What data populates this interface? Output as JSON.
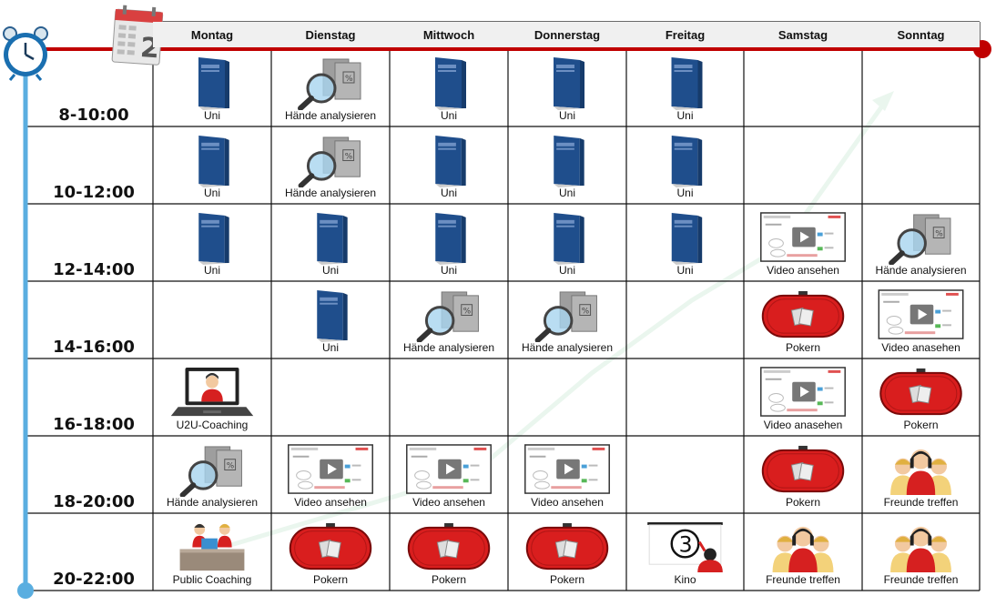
{
  "days": [
    "Montag",
    "Dienstag",
    "Mittwoch",
    "Donnerstag",
    "Freitag",
    "Samstag",
    "Sonntag"
  ],
  "calendar_badge": "2",
  "times": [
    "8-10:00",
    "10-12:00",
    "12-14:00",
    "14-16:00",
    "16-18:00",
    "18-20:00",
    "20-22:00"
  ],
  "schedule": [
    [
      {
        "icon": "book-icon",
        "label": "Uni"
      },
      {
        "icon": "magnifier-icon",
        "label": "Hände analysieren"
      },
      {
        "icon": "book-icon",
        "label": "Uni"
      },
      {
        "icon": "book-icon",
        "label": "Uni"
      },
      {
        "icon": "book-icon",
        "label": "Uni"
      },
      null,
      null
    ],
    [
      {
        "icon": "book-icon",
        "label": "Uni"
      },
      {
        "icon": "magnifier-icon",
        "label": "Hände analysieren"
      },
      {
        "icon": "book-icon",
        "label": "Uni"
      },
      {
        "icon": "book-icon",
        "label": "Uni"
      },
      {
        "icon": "book-icon",
        "label": "Uni"
      },
      null,
      null
    ],
    [
      {
        "icon": "book-icon",
        "label": "Uni"
      },
      {
        "icon": "book-icon",
        "label": "Uni"
      },
      {
        "icon": "book-icon",
        "label": "Uni"
      },
      {
        "icon": "book-icon",
        "label": "Uni"
      },
      {
        "icon": "book-icon",
        "label": "Uni"
      },
      {
        "icon": "video-icon",
        "label": "Video ansehen"
      },
      {
        "icon": "magnifier-icon",
        "label": "Hände analysieren"
      }
    ],
    [
      null,
      {
        "icon": "book-icon",
        "label": "Uni"
      },
      {
        "icon": "magnifier-icon",
        "label": "Hände analysieren"
      },
      {
        "icon": "magnifier-icon",
        "label": "Hände analysieren"
      },
      null,
      {
        "icon": "poker-table-icon",
        "label": "Pokern"
      },
      {
        "icon": "video-icon",
        "label": "Video anasehen"
      }
    ],
    [
      {
        "icon": "laptop-coach-icon",
        "label": "U2U-Coaching"
      },
      null,
      null,
      null,
      null,
      {
        "icon": "video-icon",
        "label": "Video anasehen"
      },
      {
        "icon": "poker-table-icon",
        "label": "Pokern"
      }
    ],
    [
      {
        "icon": "magnifier-icon",
        "label": "Hände analysieren"
      },
      {
        "icon": "video-icon",
        "label": "Video ansehen"
      },
      {
        "icon": "video-icon",
        "label": "Video ansehen"
      },
      {
        "icon": "video-icon",
        "label": "Video ansehen"
      },
      null,
      {
        "icon": "poker-table-icon",
        "label": "Pokern"
      },
      {
        "icon": "friends-icon",
        "label": "Freunde treffen"
      }
    ],
    [
      {
        "icon": "public-coaching-icon",
        "label": "Public Coaching"
      },
      {
        "icon": "poker-table-icon",
        "label": "Pokern"
      },
      {
        "icon": "poker-table-icon",
        "label": "Pokern"
      },
      {
        "icon": "poker-table-icon",
        "label": "Pokern"
      },
      {
        "icon": "cinema-icon",
        "label": "Kino"
      },
      {
        "icon": "friends-icon",
        "label": "Freunde treffen"
      },
      {
        "icon": "friends-icon",
        "label": "Freunde treffen"
      }
    ]
  ],
  "colors": {
    "timeline_red": "#c00000",
    "timeline_blue": "#5aaee0",
    "book_blue": "#1f4e8c",
    "poker_red": "#d91e1e",
    "grid_line": "#111111",
    "header_bg": "#f0f0f0",
    "arrow_green": "#e6f4ea"
  }
}
